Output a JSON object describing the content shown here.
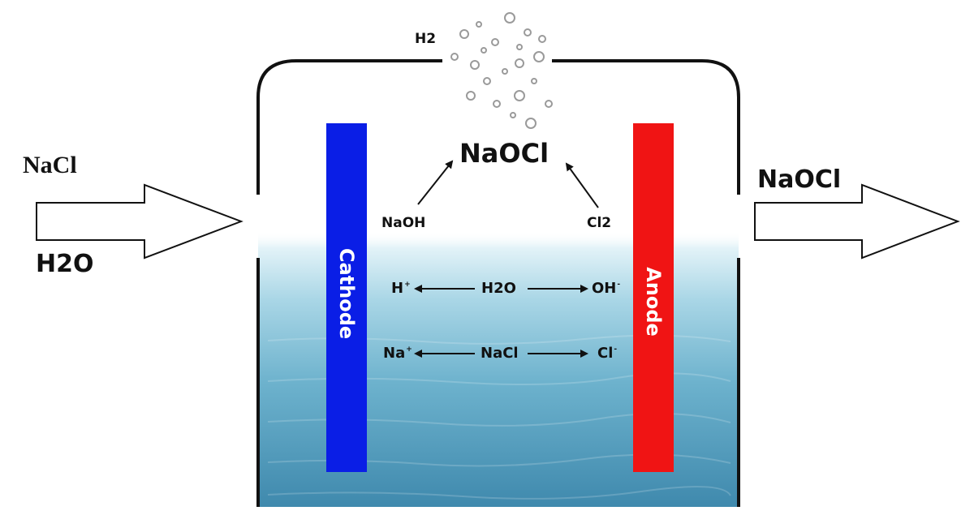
{
  "inlet": {
    "top_label": "NaCl",
    "bottom_label": "H2O"
  },
  "outlet": {
    "label": "NaOCl"
  },
  "gas": {
    "label": "H2"
  },
  "product": {
    "label": "NaOCl"
  },
  "intermediates": {
    "left": "NaOH",
    "right": "Cl2"
  },
  "electrodes": {
    "cathode": {
      "label": "Cathode",
      "color": "#0a1ee6"
    },
    "anode": {
      "label": "Anode",
      "color": "#f01414"
    }
  },
  "reactions": {
    "water": {
      "left_ion": "H",
      "left_charge": "+",
      "center": "H2O",
      "right_ion": "OH",
      "right_charge": "-"
    },
    "salt": {
      "left_ion": "Na",
      "left_charge": "+",
      "center": "NaCl",
      "right_ion": "Cl",
      "right_charge": "-"
    }
  },
  "colors": {
    "water_light": "#cfe9f2",
    "water_deep": "#3f89ad",
    "outline": "#111111"
  }
}
